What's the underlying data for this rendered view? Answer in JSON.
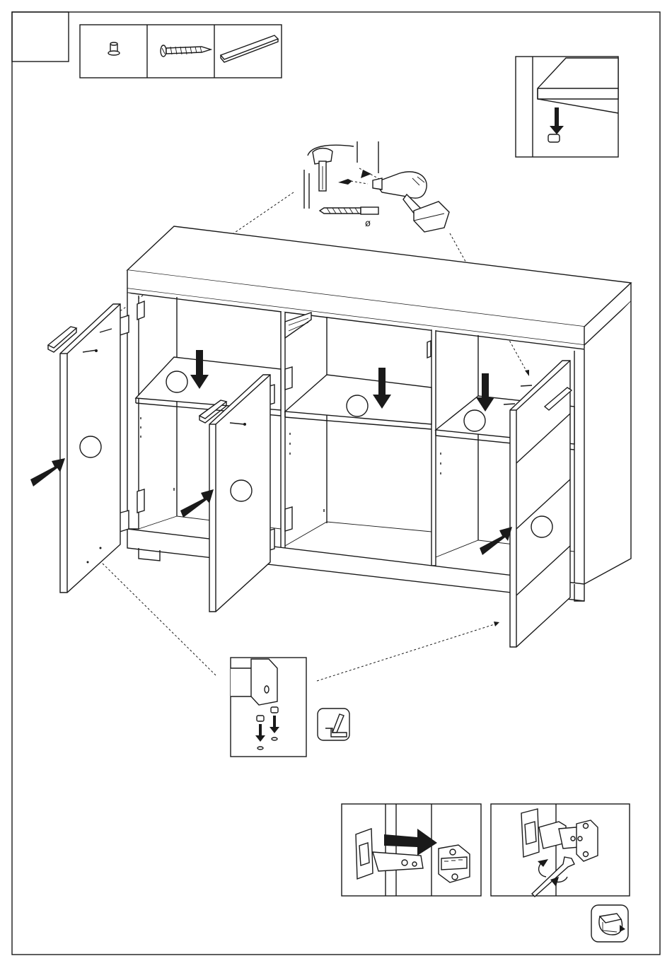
{
  "page": {
    "step_number": "",
    "hardware": [
      {
        "name": "dowel-pin"
      },
      {
        "name": "wood-screw"
      },
      {
        "name": "door-handle-profile"
      }
    ],
    "drill": {
      "diameter_symbol": "ø"
    },
    "part_numbers": [
      "",
      "",
      "",
      "",
      "",
      "",
      ""
    ],
    "tools": [
      {
        "name": "hammer-icon"
      },
      {
        "name": "rotate-sheet-icon"
      }
    ],
    "colors": {
      "ink": "#1a1a1a",
      "paper": "#ffffff"
    }
  }
}
